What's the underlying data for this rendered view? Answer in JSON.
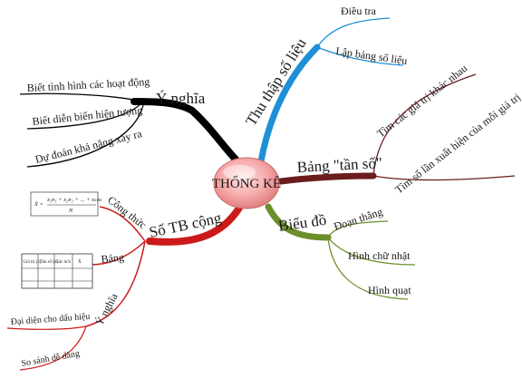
{
  "center": {
    "label": "THỐNG KÊ"
  },
  "branches": {
    "y_nghia": {
      "label": "Ý nghĩa",
      "color": "#000000",
      "items": [
        "Biết tình hình các hoạt động",
        "Biết diễn biến hiện tượng",
        "Dự đoán khả năng xảy ra"
      ]
    },
    "thu_thap": {
      "label": "Thu thập số liệu",
      "color": "#1f8fd6",
      "items": [
        "Điều tra",
        "Lập bảng số liệu"
      ]
    },
    "bang_tan_so": {
      "label": "Bảng \"tần số\"",
      "color": "#6b1d1d",
      "items": [
        "Tìm các giá trị khác nhau",
        "Tìm số lần xuất hiện của mỗi giá trị"
      ]
    },
    "bieu_do": {
      "label": "Biểu đồ",
      "color": "#6a8f2a",
      "items": [
        "Đoạn thẳng",
        "Hình chữ nhật",
        "Hình quạt"
      ]
    },
    "so_tb_cong": {
      "label": "Số TB cộng",
      "color": "#cc1a1a",
      "cong_thuc": {
        "label": "Công thức",
        "formula_lhs": "X̄ =",
        "formula_num": "x₁n₁ + x₂n₂ + ... + xₖnₖ",
        "formula_den": "N"
      },
      "bang": {
        "label": "Bảng",
        "headers": [
          "Giá trị (x)",
          "Tần số (n)",
          "Các tích",
          "X̄"
        ]
      },
      "y_nghia": {
        "label": "Ý nghĩa",
        "items": [
          "Đại diện cho dấu hiệu",
          "So sánh dễ dàng"
        ]
      }
    }
  }
}
